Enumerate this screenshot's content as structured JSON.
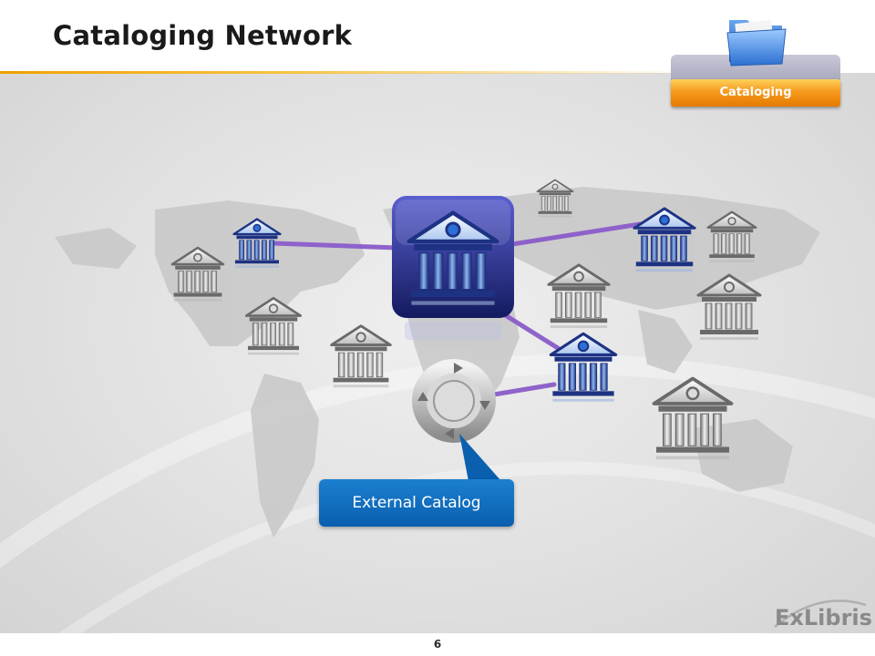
{
  "slide": {
    "title": "Cataloging Network",
    "section_tab": "Cataloging",
    "callout": "External Catalog",
    "page_number": "6",
    "logo": {
      "text": "ExLibris",
      "icon": "exlibris-logo"
    }
  },
  "icons": {
    "section": "folder-icon",
    "nodes": "library-building-icon",
    "hub": "library-building-icon",
    "external": "sync-cycle-icon"
  },
  "colors": {
    "accent_orange": "#f59a1e",
    "connection_purple": "#8a5cc9",
    "connected_blue": "#1e3a8a",
    "unconnected_gray": "#9a9a9a",
    "callout_blue": "#0a5fae"
  }
}
